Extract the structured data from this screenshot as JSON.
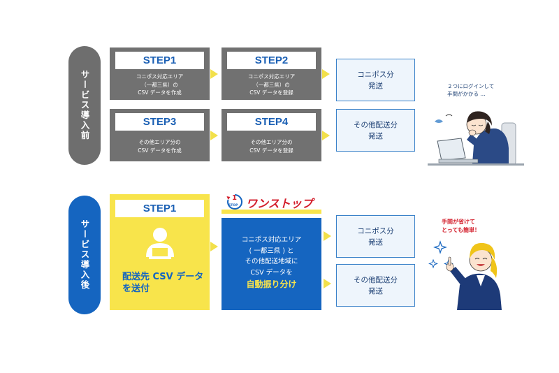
{
  "before": {
    "label": "サービス導入前",
    "steps": [
      {
        "title": "STEP1",
        "lines": [
          "コニポス対応エリア",
          "（一都三県）の",
          "CSV データを作成"
        ]
      },
      {
        "title": "STEP2",
        "lines": [
          "コニポス対応エリア",
          "（一都三県）の",
          "CSV データを登録"
        ]
      },
      {
        "title": "STEP3",
        "lines": [
          "その他エリア分の",
          "CSV データを作成"
        ]
      },
      {
        "title": "STEP4",
        "lines": [
          "その他エリア分の",
          "CSV データを登録"
        ]
      }
    ],
    "outputs": [
      {
        "lines": [
          "コニポス分",
          "発送"
        ]
      },
      {
        "lines": [
          "その他配送分",
          "発送"
        ]
      }
    ],
    "note": [
      "２つにログインして",
      "手間がかかる ..."
    ]
  },
  "after": {
    "label": "サービス導入後",
    "step_title": "STEP1",
    "step_text": [
      "配送先 CSV データ",
      "を送付"
    ],
    "badge_number": "1",
    "badge_word": "STOP",
    "onestop_title": "ワンストップ",
    "onestop_lines": [
      "コニポス対応エリア",
      "( 一都三県 ) と",
      "その他配送地域に",
      "CSV データを"
    ],
    "onestop_highlight": "自動振り分け",
    "outputs": [
      {
        "lines": [
          "コニポス分",
          "発送"
        ]
      },
      {
        "lines": [
          "その他配送分",
          "発送"
        ]
      }
    ],
    "note": [
      "手間が省けて",
      "とっても簡単！"
    ]
  },
  "colors": {
    "gray": "#717171",
    "blue": "#1565c0",
    "yellow": "#f8e44b",
    "arrow_yellow": "#f2e04a",
    "accent_red": "#d31e2b"
  }
}
